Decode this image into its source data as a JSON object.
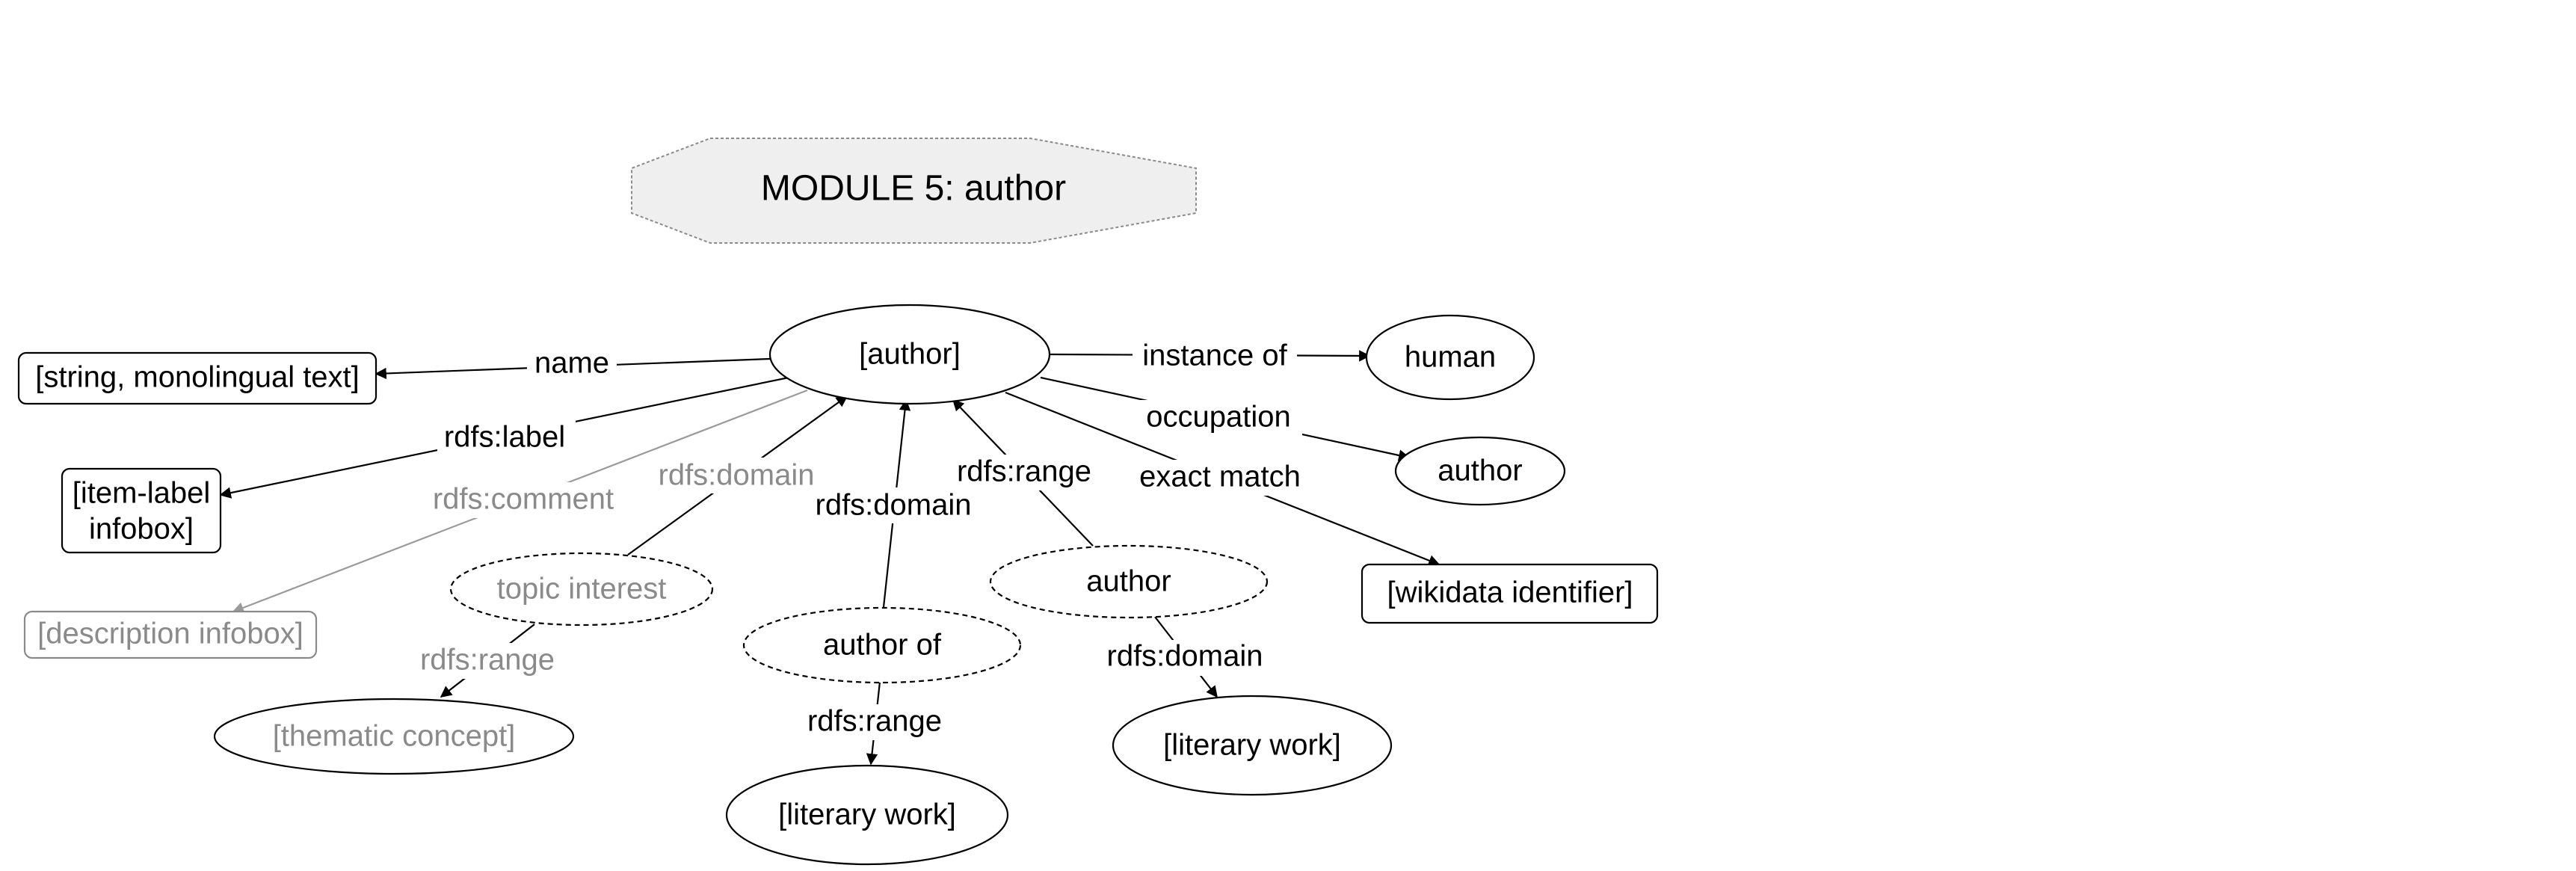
{
  "title": "MODULE 5: author",
  "nodes": {
    "author_main": "[author]",
    "string_text": "[string, monolingual text]",
    "item_label_1": "[item-label",
    "item_label_2": "infobox]",
    "description": "[description infobox]",
    "topic_interest": "topic interest",
    "thematic_concept": "[thematic concept]",
    "author_of": "author of",
    "literary_work_1": "[literary work]",
    "author_prop": "author",
    "literary_work_2": "[literary work]",
    "human": "human",
    "author_occ": "author",
    "wikidata": "[wikidata identifier]"
  },
  "edges": {
    "name": "name",
    "rdfs_label": "rdfs:label",
    "rdfs_comment": "rdfs:comment",
    "domain_topic": "rdfs:domain",
    "range_topic": "rdfs:range",
    "domain_author_of": "rdfs:domain",
    "range_author_of": "rdfs:range",
    "range_author": "rdfs:range",
    "domain_author": "rdfs:domain",
    "instance_of": "instance of",
    "occupation": "occupation",
    "exact_match": "exact match"
  },
  "colors": {
    "header_fill": "#efefef",
    "stroke": "#000000",
    "muted": "#8a8a8a"
  }
}
